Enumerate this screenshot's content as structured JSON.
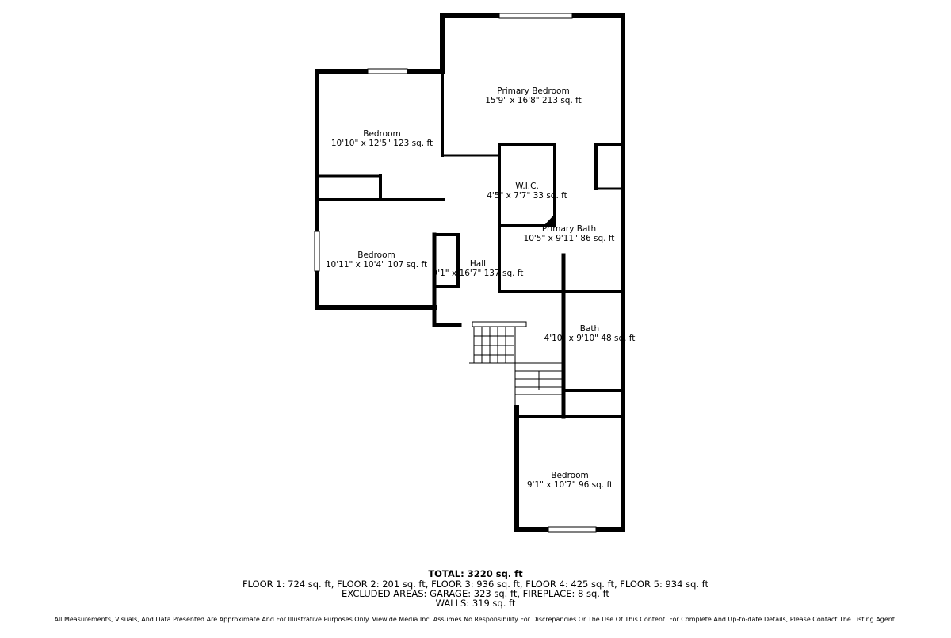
{
  "rooms": {
    "primary_bedroom": {
      "name": "Primary Bedroom",
      "dims": "15'9\" x 16'8\" 213 sq. ft"
    },
    "bedroom_1": {
      "name": "Bedroom",
      "dims": "10'10\" x 12'5\" 123 sq. ft"
    },
    "wic": {
      "name": "W.I.C.",
      "dims": "4'5\" x 7'7\" 33 sq. ft"
    },
    "primary_bath": {
      "name": "Primary Bath",
      "dims": "10'5\" x 9'11\" 86 sq. ft"
    },
    "bedroom_2": {
      "name": "Bedroom",
      "dims": "10'11\" x 10'4\" 107 sq. ft"
    },
    "hall": {
      "name": "Hall",
      "dims": "9'1\" x 16'7\" 137 sq. ft"
    },
    "bath": {
      "name": "Bath",
      "dims": "4'10\" x 9'10\" 48 sq. ft"
    },
    "bedroom_3": {
      "name": "Bedroom",
      "dims": "9'1\" x 10'7\" 96 sq. ft"
    }
  },
  "footer": {
    "total": "TOTAL: 3220 sq. ft",
    "floors": "FLOOR 1: 724 sq. ft, FLOOR 2: 201 sq. ft, FLOOR 3: 936 sq. ft, FLOOR 4: 425 sq. ft, FLOOR 5: 934 sq. ft",
    "excluded": "EXCLUDED AREAS: GARAGE: 323 sq. ft, FIREPLACE: 8 sq. ft",
    "walls": "WALLS: 319 sq. ft",
    "disclaimer": "All Measurements, Visuals, And Data Presented Are Approximate And For Illustrative Purposes Only. Viewide Media Inc. Assumes No Responsibility For Discrepancies Or The Use Of This Content. For Complete And Up-to-date Details, Please Contact The Listing Agent."
  }
}
